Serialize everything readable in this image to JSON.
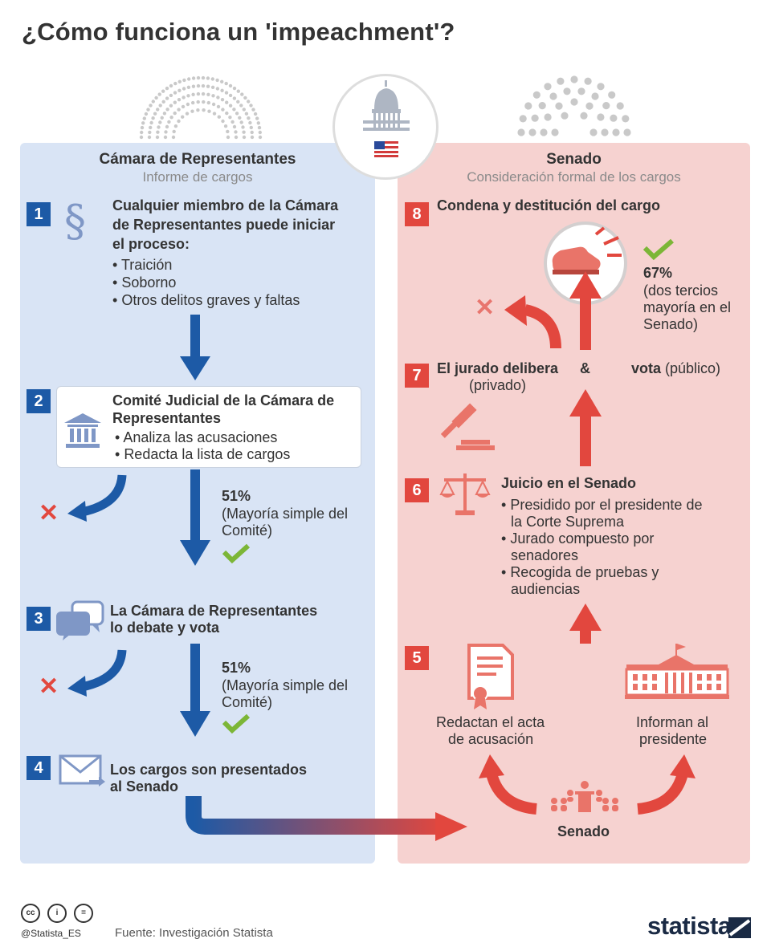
{
  "title": "¿Cómo funciona un 'impeachment'?",
  "left_panel": {
    "title": "Cámara de Representantes",
    "subtitle": "Informe de cargos",
    "step1": {
      "number": "1",
      "lines": [
        "Cualquier miembro de la Cámara",
        "de Representantes puede iniciar",
        "el proceso:"
      ],
      "bullets": [
        "Traición",
        "Soborno",
        "Otros delitos graves y faltas"
      ]
    },
    "step2": {
      "number": "2",
      "lines": [
        "Comité Judicial de la Cámara de",
        "Representantes"
      ],
      "bullets": [
        "Analiza las acusaciones",
        "Redacta la lista de cargos"
      ]
    },
    "vote1": {
      "percent": "51%",
      "lines": [
        "(Mayoría simple del",
        "Comité)"
      ]
    },
    "step3": {
      "number": "3",
      "lines": [
        "La Cámara de Representantes",
        "lo debate y vota"
      ]
    },
    "vote2": {
      "percent": "51%",
      "lines": [
        "(Mayoría simple del",
        "Comité)"
      ]
    },
    "step4": {
      "number": "4",
      "lines": [
        "Los cargos  son presentados",
        "al Senado"
      ]
    }
  },
  "right_panel": {
    "title": "Senado",
    "subtitle": "Consideración formal de los cargos",
    "step8": {
      "number": "8",
      "label": "Condena y destitución del cargo"
    },
    "vote": {
      "percent": "67%",
      "lines": [
        "(dos tercios",
        "mayoría en el",
        "Senado)"
      ]
    },
    "step7": {
      "number": "7",
      "part1": "El jurado delibera",
      "amp": "&",
      "part2_bold": "vota",
      "part2_rest": " (público)",
      "sub": "(privado)"
    },
    "step6": {
      "number": "6",
      "label": "Juicio en el Senado",
      "bullets": [
        [
          "Presidido por el presidente de",
          "la Corte Suprema"
        ],
        [
          "Jurado compuesto por",
          "senadores"
        ],
        [
          "Recogida de pruebas y",
          "audiencias"
        ]
      ]
    },
    "step5": {
      "number": "5",
      "left_lines": [
        "Redactan el acta",
        "de acusación"
      ],
      "right_lines": [
        "Informan al",
        "presidente"
      ],
      "senate_label": "Senado"
    }
  },
  "footer": {
    "handle": "@Statista_ES",
    "source": "Fuente: Investigación Statista",
    "brand": "statista"
  },
  "colors": {
    "blue": "#1d5aa6",
    "red": "#e2473e",
    "left_bg": "#d9e4f5",
    "right_bg": "#f6d2d0",
    "check": "#7cb637"
  },
  "icons": [
    "section-sign-icon",
    "courthouse-icon",
    "speech-bubbles-icon",
    "envelope-icon",
    "capitol-icon",
    "us-flag-icon",
    "shoe-kick-icon",
    "gavel-icon",
    "scales-icon",
    "document-seal-icon",
    "white-house-icon",
    "senate-podium-icon",
    "cross-icon",
    "check-icon",
    "creative-commons-icon",
    "statista-logo-icon"
  ]
}
